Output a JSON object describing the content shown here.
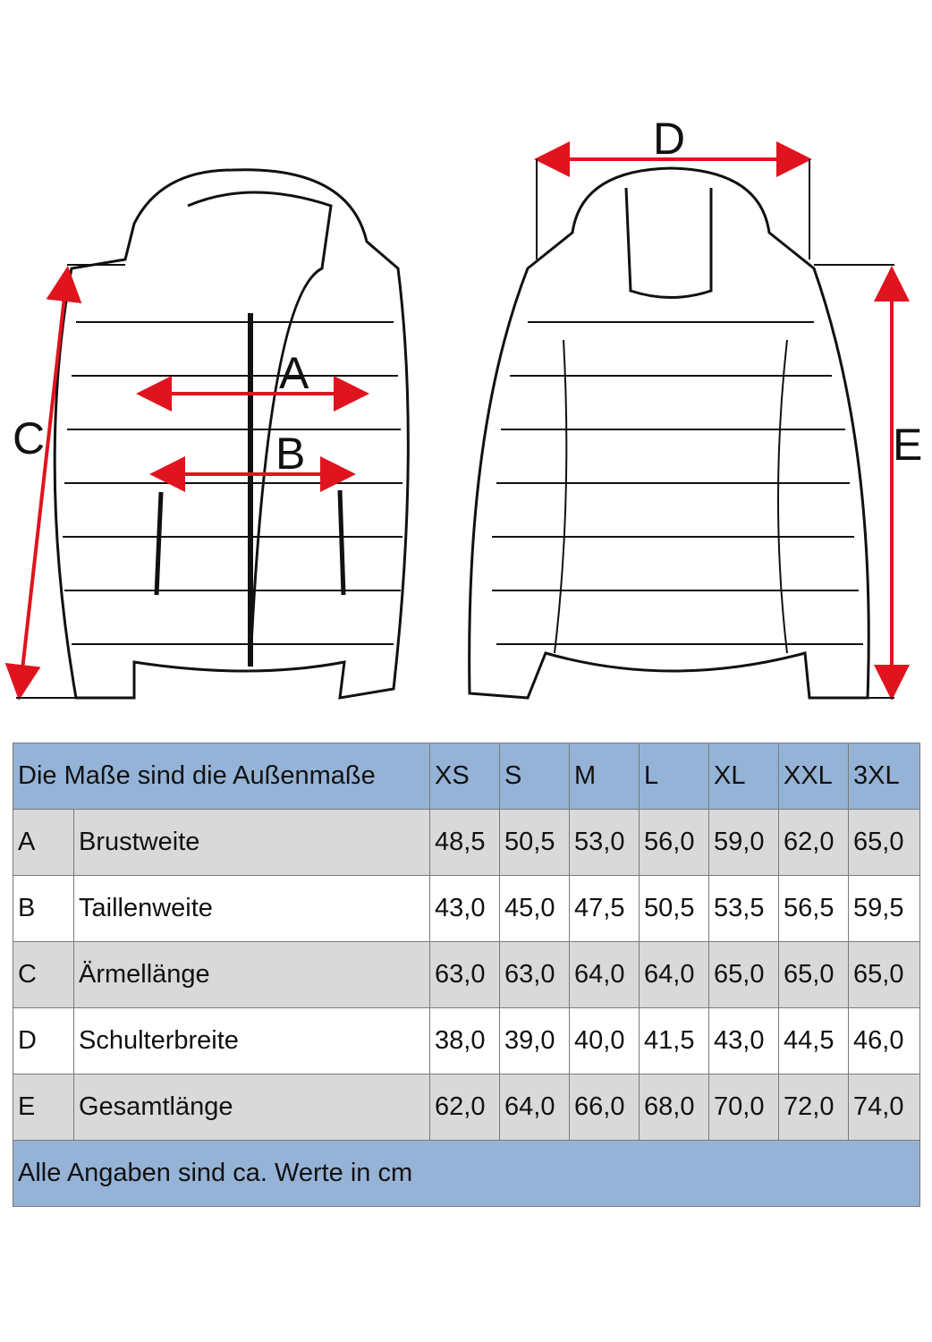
{
  "diagram": {
    "labels": {
      "A": "A",
      "B": "B",
      "C": "C",
      "D": "D",
      "E": "E"
    },
    "arrow_color": "#e0141e"
  },
  "table": {
    "header_title": "Die Maße sind die Außenmaße",
    "sizes": [
      "XS",
      "S",
      "M",
      "L",
      "XL",
      "XXL",
      "3XL"
    ],
    "rows": [
      {
        "key": "A",
        "label": "Brustweite",
        "values": [
          "48,5",
          "50,5",
          "53,0",
          "56,0",
          "59,0",
          "62,0",
          "65,0"
        ]
      },
      {
        "key": "B",
        "label": "Taillenweite",
        "values": [
          "43,0",
          "45,0",
          "47,5",
          "50,5",
          "53,5",
          "56,5",
          "59,5"
        ]
      },
      {
        "key": "C",
        "label": "Ärmellänge",
        "values": [
          "63,0",
          "63,0",
          "64,0",
          "64,0",
          "65,0",
          "65,0",
          "65,0"
        ]
      },
      {
        "key": "D",
        "label": "Schulterbreite",
        "values": [
          "38,0",
          "39,0",
          "40,0",
          "41,5",
          "43,0",
          "44,5",
          "46,0"
        ]
      },
      {
        "key": "E",
        "label": "Gesamtlänge",
        "values": [
          "62,0",
          "64,0",
          "66,0",
          "68,0",
          "70,0",
          "72,0",
          "74,0"
        ]
      }
    ],
    "footer": "Alle Angaben sind ca. Werte in cm",
    "colors": {
      "header": "#95b3d7",
      "stripe": "#d9d9d9"
    }
  }
}
